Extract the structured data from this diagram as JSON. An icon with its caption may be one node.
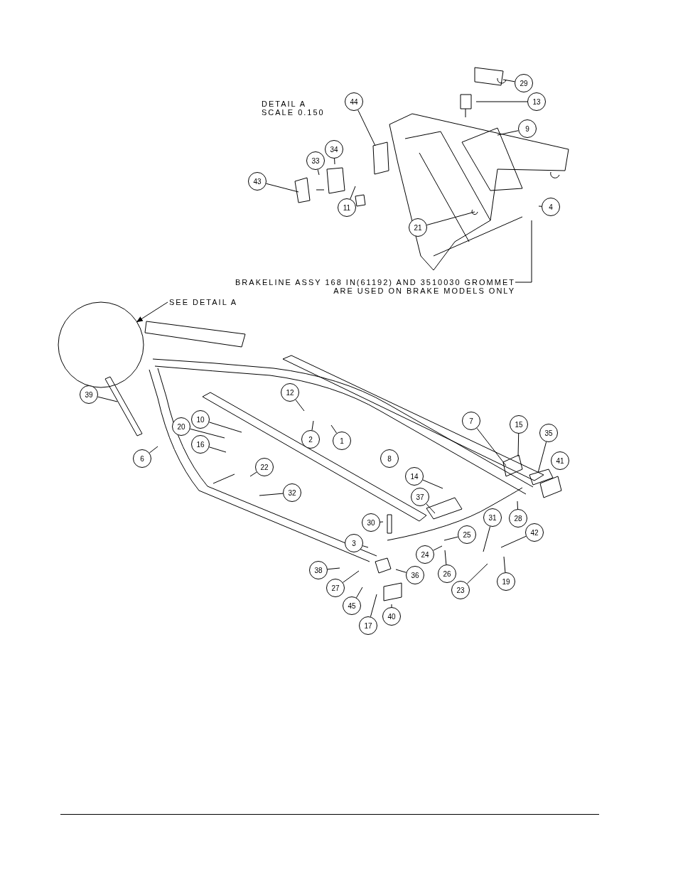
{
  "diagram": {
    "nodes": [
      {
        "text": [
          "29"
        ]
      },
      {
        "text": [
          "13"
        ]
      },
      {
        "text": [
          "9"
        ]
      },
      {
        "text": [
          "44"
        ]
      },
      {
        "text": [
          "34"
        ]
      },
      {
        "text": [
          "33"
        ]
      },
      {
        "text": [
          "43"
        ]
      },
      {
        "text": [
          "11"
        ]
      },
      {
        "text": [
          "21"
        ]
      },
      {
        "text": [
          "4"
        ]
      },
      {
        "text": [
          "BRAKELINE ASSY 168 IN(61192) AND 3510030 GROMMET ARE USED ON BRAKE MODELS ONLY"
        ]
      },
      {
        "text": [
          "SEE DETAIL A"
        ]
      },
      {
        "text": [],
        "shape": "circle"
      },
      {
        "text": [
          "39"
        ]
      },
      {
        "text": [
          "12"
        ]
      },
      {
        "text": [
          "10"
        ]
      },
      {
        "text": [
          "20"
        ]
      },
      {
        "text": [
          "16"
        ]
      },
      {
        "text": [
          "6"
        ]
      },
      {
        "text": [
          "2"
        ]
      },
      {
        "text": [
          "1"
        ]
      },
      {
        "text": [
          "22"
        ]
      },
      {
        "text": [
          "8"
        ]
      },
      {
        "text": [
          "7"
        ]
      },
      {
        "text": [
          "15"
        ]
      },
      {
        "text": [
          "35"
        ]
      },
      {
        "text": [
          "41"
        ]
      },
      {
        "text": [
          "32"
        ]
      },
      {
        "text": [
          "14"
        ]
      },
      {
        "text": [
          "37"
        ]
      },
      {
        "text": [
          "28"
        ]
      },
      {
        "text": [
          "30"
        ]
      },
      {
        "text": [
          "31"
        ]
      },
      {
        "text": [
          "42"
        ]
      },
      {
        "text": [
          "25"
        ]
      },
      {
        "text": [
          "3"
        ]
      },
      {
        "text": [
          "24"
        ]
      },
      {
        "text": [
          "26"
        ]
      },
      {
        "text": [
          "23"
        ]
      },
      {
        "text": [
          "19"
        ]
      },
      {
        "text": [
          "38"
        ]
      },
      {
        "text": [
          "36"
        ]
      },
      {
        "text": [
          "27"
        ]
      },
      {
        "text": [
          "45"
        ]
      },
      {
        "text": [
          "17"
        ]
      },
      {
        "text": [
          "40"
        ]
      }
    ],
    "edges": [
      {
        "from": 0,
        "to": null,
        "arrow": "none"
      },
      {
        "from": 1,
        "to": null,
        "arrow": "none"
      },
      {
        "from": 2,
        "to": null,
        "arrow": "none"
      },
      {
        "from": 3,
        "to": null,
        "arrow": "none"
      },
      {
        "from": 4,
        "to": null,
        "arrow": "none"
      },
      {
        "from": 5,
        "to": null,
        "arrow": "none"
      },
      {
        "from": 6,
        "to": null,
        "arrow": "none"
      },
      {
        "from": 7,
        "to": null,
        "arrow": "none"
      },
      {
        "from": 8,
        "to": null,
        "arrow": "none"
      },
      {
        "from": 9,
        "to": null,
        "arrow": "none"
      },
      {
        "from": 10,
        "to": null,
        "arrow": "none"
      },
      {
        "from": 11,
        "to": 12,
        "arrow": "to"
      },
      {
        "from": 13,
        "to": null,
        "arrow": "none"
      },
      {
        "from": 14,
        "to": null,
        "arrow": "none"
      },
      {
        "from": 15,
        "to": null,
        "arrow": "none"
      },
      {
        "from": 16,
        "to": null,
        "arrow": "none"
      },
      {
        "from": 17,
        "to": null,
        "arrow": "none"
      },
      {
        "from": 18,
        "to": null,
        "arrow": "none"
      },
      {
        "from": 19,
        "to": null,
        "arrow": "none"
      },
      {
        "from": 20,
        "to": null,
        "arrow": "none"
      },
      {
        "from": 21,
        "to": null,
        "arrow": "none"
      },
      {
        "from": 23,
        "to": null,
        "arrow": "none"
      },
      {
        "from": 24,
        "to": null,
        "arrow": "none"
      },
      {
        "from": 25,
        "to": null,
        "arrow": "none"
      },
      {
        "from": 27,
        "to": null,
        "arrow": "none"
      },
      {
        "from": 28,
        "to": null,
        "arrow": "none"
      },
      {
        "from": 29,
        "to": null,
        "arrow": "none"
      },
      {
        "from": 30,
        "to": null,
        "arrow": "none"
      },
      {
        "from": 31,
        "to": null,
        "arrow": "none"
      },
      {
        "from": 32,
        "to": null,
        "arrow": "none"
      },
      {
        "from": 33,
        "to": null,
        "arrow": "none"
      },
      {
        "from": 34,
        "to": null,
        "arrow": "none"
      },
      {
        "from": 35,
        "to": null,
        "arrow": "none"
      },
      {
        "from": 36,
        "to": null,
        "arrow": "none"
      },
      {
        "from": 37,
        "to": null,
        "arrow": "none"
      },
      {
        "from": 38,
        "to": null,
        "arrow": "none"
      },
      {
        "from": 39,
        "to": null,
        "arrow": "none"
      },
      {
        "from": 40,
        "to": null,
        "arrow": "none"
      },
      {
        "from": 41,
        "to": null,
        "arrow": "none"
      },
      {
        "from": 42,
        "to": null,
        "arrow": "none"
      },
      {
        "from": 43,
        "to": null,
        "arrow": "none"
      },
      {
        "from": 44,
        "to": null,
        "arrow": "none"
      },
      {
        "from": 45,
        "to": null,
        "arrow": "none"
      }
    ],
    "labels": [
      "DETAIL A SCALE 0.150"
    ]
  }
}
